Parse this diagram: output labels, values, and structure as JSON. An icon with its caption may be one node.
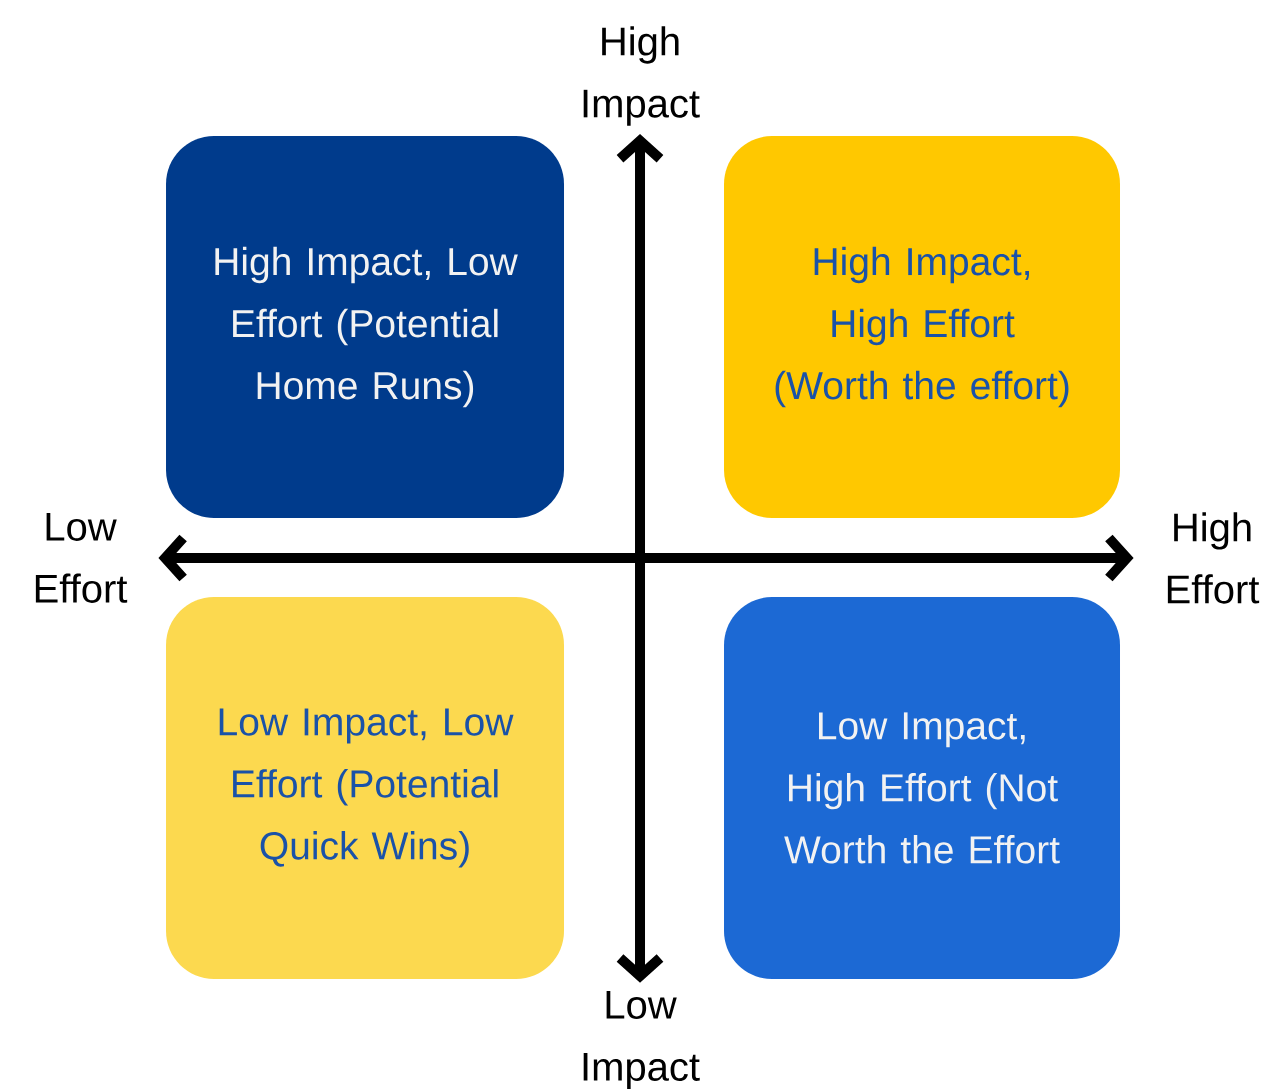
{
  "diagram": {
    "nodes": [
      {
        "text": [
          "High Impact, Low Effort (Potential Home Runs)"
        ]
      },
      {
        "text": [
          "High Impact, High Effort (Worth the effort)"
        ]
      },
      {
        "text": [
          "Low Impact, Low Effort (Potential Quick Wins)"
        ]
      },
      {
        "text": [
          "Low Impact, High Effort (Not Worth the Effort"
        ]
      },
      {
        "text": [
          "High Impact"
        ]
      },
      {
        "text": [
          "Low Impact"
        ]
      },
      {
        "text": [
          "Low Effort"
        ]
      },
      {
        "text": [
          "High Effort"
        ]
      }
    ],
    "edges": [
      {
        "from": 4,
        "to": 5,
        "arrow": "both"
      },
      {
        "from": 6,
        "to": 7,
        "arrow": "both"
      }
    ]
  }
}
